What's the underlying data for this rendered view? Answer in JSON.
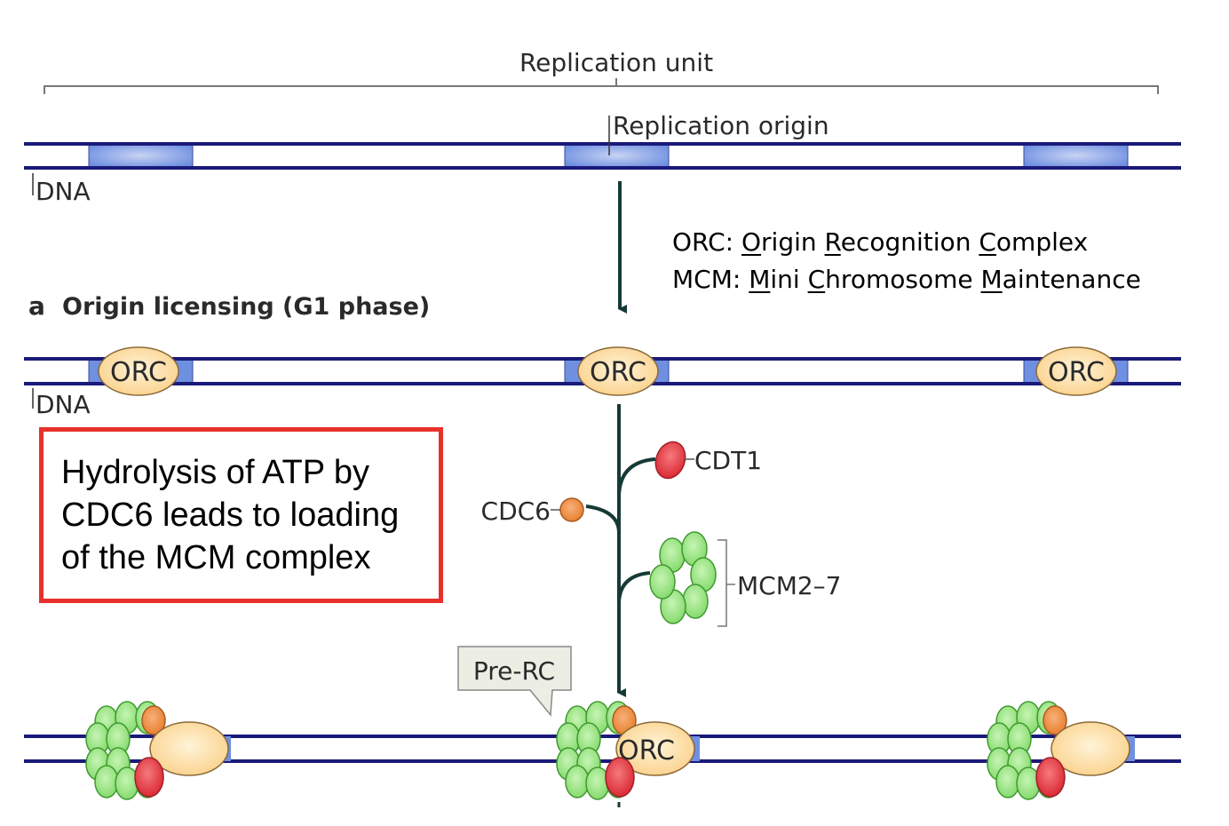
{
  "top": {
    "replication_unit_label": "Replication unit",
    "replication_origin_label": "Replication origin",
    "dna_label": "DNA"
  },
  "legend": {
    "orc": {
      "abbr": "ORC:",
      "words": [
        {
          "first": "O",
          "rest": "rigin"
        },
        {
          "first": "R",
          "rest": "ecognition"
        },
        {
          "first": "C",
          "rest": "omplex"
        }
      ]
    },
    "mcm": {
      "abbr": "MCM:",
      "words": [
        {
          "first": "M",
          "rest": "ini"
        },
        {
          "first": "C",
          "rest": "hromosome"
        },
        {
          "first": "M",
          "rest": "aintenance"
        }
      ]
    }
  },
  "panel_a": {
    "letter": "a",
    "title": "Origin licensing (G1 phase)",
    "dna_label": "DNA",
    "orc_label": "ORC",
    "factors": {
      "cdt1": "CDT1",
      "cdc6": "CDC6",
      "mcm": "MCM2–7"
    },
    "pre_rc_label": "Pre-RC",
    "bottom_orc_label": "ORC"
  },
  "callout": {
    "lines": [
      "Hydrolysis of ATP by",
      "CDC6 leads to loading",
      "of the MCM complex"
    ]
  },
  "colors": {
    "dna_strand": "#1a1a7a",
    "origin_block": "#6f8fe0",
    "orc_fill": "#fbd58e",
    "cdt1": "#e8343c",
    "cdc6": "#ef8a3a",
    "mcm": "#8ee07a",
    "arrow": "#163a36",
    "callout_border": "#e8312a"
  }
}
